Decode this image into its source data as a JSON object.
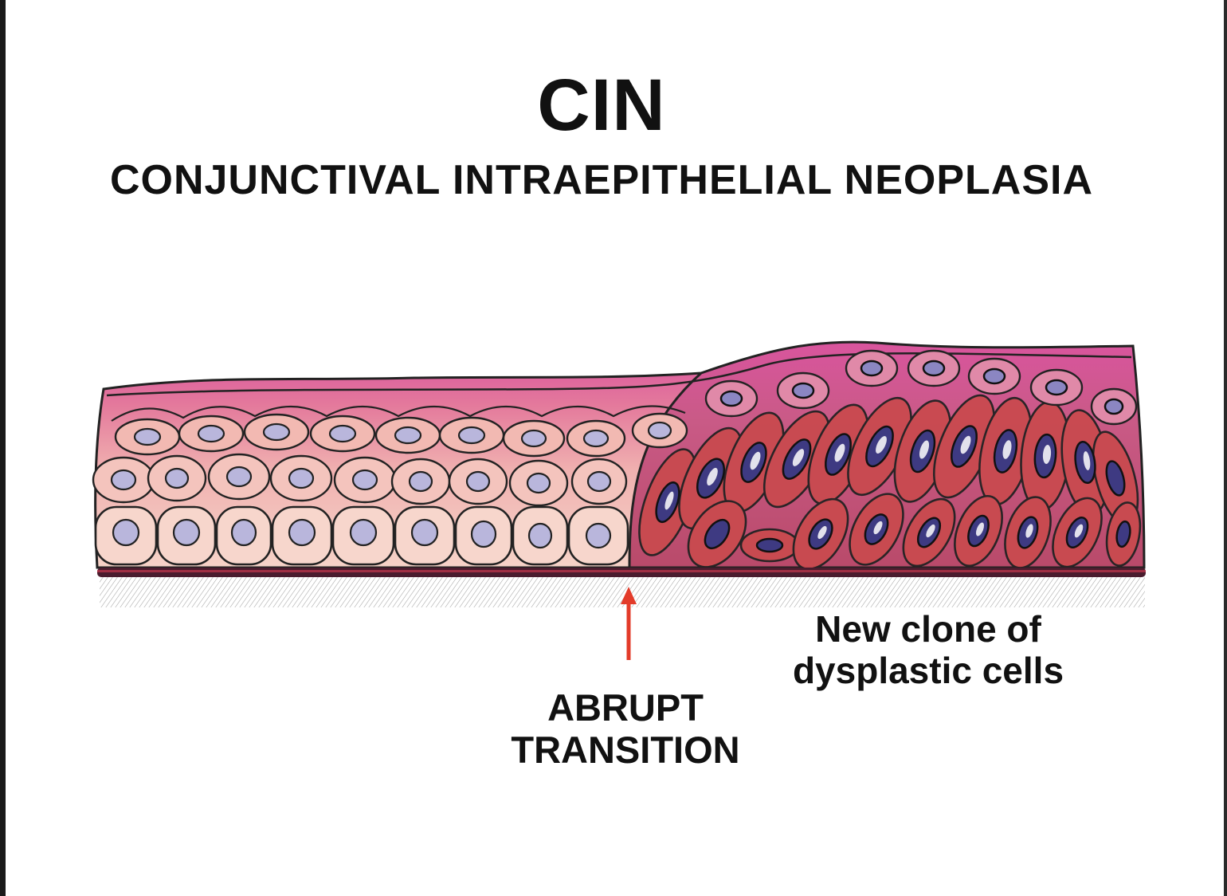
{
  "title": "CIN",
  "subtitle": "CONJUNCTIVAL INTRAEPITHELIAL NEOPLASIA",
  "labels": {
    "transition": [
      "ABRUPT",
      "TRANSITION"
    ],
    "clone": [
      "New clone of",
      "dysplastic cells"
    ]
  },
  "colors": {
    "surface": "#d9559e",
    "normal_cell": "#f3c6c0",
    "dysplastic_cell": "#c94a4f",
    "nucleus": "#3e3a82",
    "arrow": "#e33b2a",
    "basement": "#4a1c2e"
  }
}
